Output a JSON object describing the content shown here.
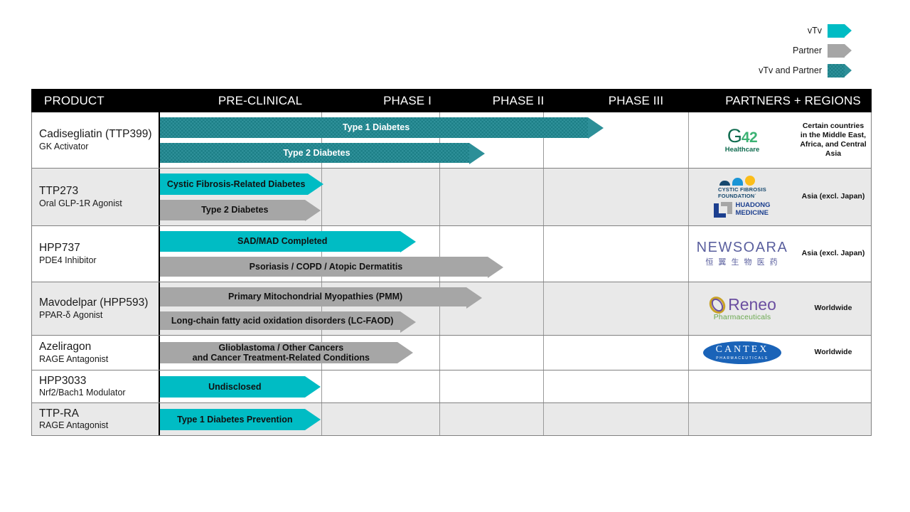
{
  "legend": {
    "items": [
      {
        "label": "vTv",
        "style": "teal",
        "icon": "arrow-chip-icon"
      },
      {
        "label": "Partner",
        "style": "gray",
        "icon": "arrow-chip-icon"
      },
      {
        "label": "vTv and Partner",
        "style": "both",
        "icon": "arrow-chip-icon"
      }
    ]
  },
  "colors": {
    "vtv_teal": "#00BCC4",
    "partner_gray": "#A6A6A6",
    "vtv_and_partner": "#2E9099",
    "header_bg": "#000000",
    "row_shade": "#E9E9E9",
    "gridline": "#9A9A9A"
  },
  "table": {
    "headers": [
      "PRODUCT",
      "PRE-CLINICAL",
      "PHASE I",
      "PHASE II",
      "PHASE III",
      "PARTNERS + REGIONS"
    ],
    "rows": [
      {
        "product": "Cadisegliatin (TTP399)",
        "subtitle": "GK Activator",
        "shade": false,
        "bars": [
          {
            "label": "Type 1 Diabetes",
            "style": "both",
            "end_pct": 81.0
          },
          {
            "label": "Type 2 Diabetes",
            "style": "both",
            "end_pct": 58.5
          }
        ],
        "partner": {
          "logos": [
            "g42"
          ],
          "region": "Certain countries in the Middle East, Africa, and Central Asia"
        }
      },
      {
        "product": "TTP273",
        "subtitle": "Oral GLP-1R Agonist",
        "shade": true,
        "bars": [
          {
            "label": "Cystic Fibrosis-Related Diabetes",
            "style": "teal",
            "end_pct": 28.0
          },
          {
            "label": "Type 2 Diabetes",
            "style": "gray",
            "end_pct": 27.5
          }
        ],
        "partner": {
          "logos": [
            "cff",
            "huadong"
          ],
          "region": "Asia (excl. Japan)"
        }
      },
      {
        "product": "HPP737",
        "subtitle": "PDE4 Inhibitor",
        "shade": false,
        "bars": [
          {
            "label": "SAD/MAD Completed",
            "style": "teal",
            "end_pct": 45.5
          },
          {
            "label": "Psoriasis / COPD / Atopic Dermatitis",
            "style": "gray",
            "end_pct": 62.0
          }
        ],
        "partner": {
          "logos": [
            "newsoara"
          ],
          "region": "Asia (excl. Japan)"
        }
      },
      {
        "product": "Mavodelpar (HPP593)",
        "subtitle": "PPAR-δ Agonist",
        "shade": true,
        "bars": [
          {
            "label": "Primary Mitochondrial Myopathies (PMM)",
            "style": "gray",
            "end_pct": 58.0
          },
          {
            "label": "Long-chain fatty acid oxidation disorders (LC-FAOD)",
            "style": "gray",
            "end_pct": 45.5
          }
        ],
        "partner": {
          "logos": [
            "reneo"
          ],
          "region": "Worldwide"
        }
      },
      {
        "product": "Azeliragon",
        "subtitle": "RAGE Antagonist",
        "shade": false,
        "bars": [
          {
            "label": "Glioblastoma / Other Cancers\nand Cancer Treatment-Related Conditions",
            "style": "gray",
            "end_pct": 45.0
          }
        ],
        "partner": {
          "logos": [
            "cantex"
          ],
          "region": "Worldwide"
        }
      },
      {
        "product": "HPP3033",
        "subtitle": "Nrf2/Bach1 Modulator",
        "shade": false,
        "bars": [
          {
            "label": "Undisclosed",
            "style": "teal",
            "end_pct": 27.5
          }
        ],
        "partner": {
          "logos": [],
          "region": ""
        }
      },
      {
        "product": "TTP-RA",
        "subtitle": "RAGE Antagonist",
        "shade": true,
        "bars": [
          {
            "label": "Type 1 Diabetes Prevention",
            "style": "teal",
            "end_pct": 27.5
          }
        ],
        "partner": {
          "logos": [],
          "region": ""
        }
      }
    ]
  },
  "logos": {
    "g42": {
      "letter": "G",
      "number": "42",
      "sub": "Healthcare"
    },
    "cff": {
      "line1": "CYSTIC FIBROSIS",
      "line2": "FOUNDATION˙"
    },
    "huadong": {
      "line1": "HUADONG",
      "line2": "MEDICINE"
    },
    "newsoara": {
      "name": "NEWSOARA",
      "cn": "恒 翼 生 物 医 药"
    },
    "reneo": {
      "name": "Reneo",
      "sub": "Pharmaceuticals"
    },
    "cantex": {
      "name": "CANTEX",
      "sub": "PHARMACEUTICALS"
    }
  }
}
